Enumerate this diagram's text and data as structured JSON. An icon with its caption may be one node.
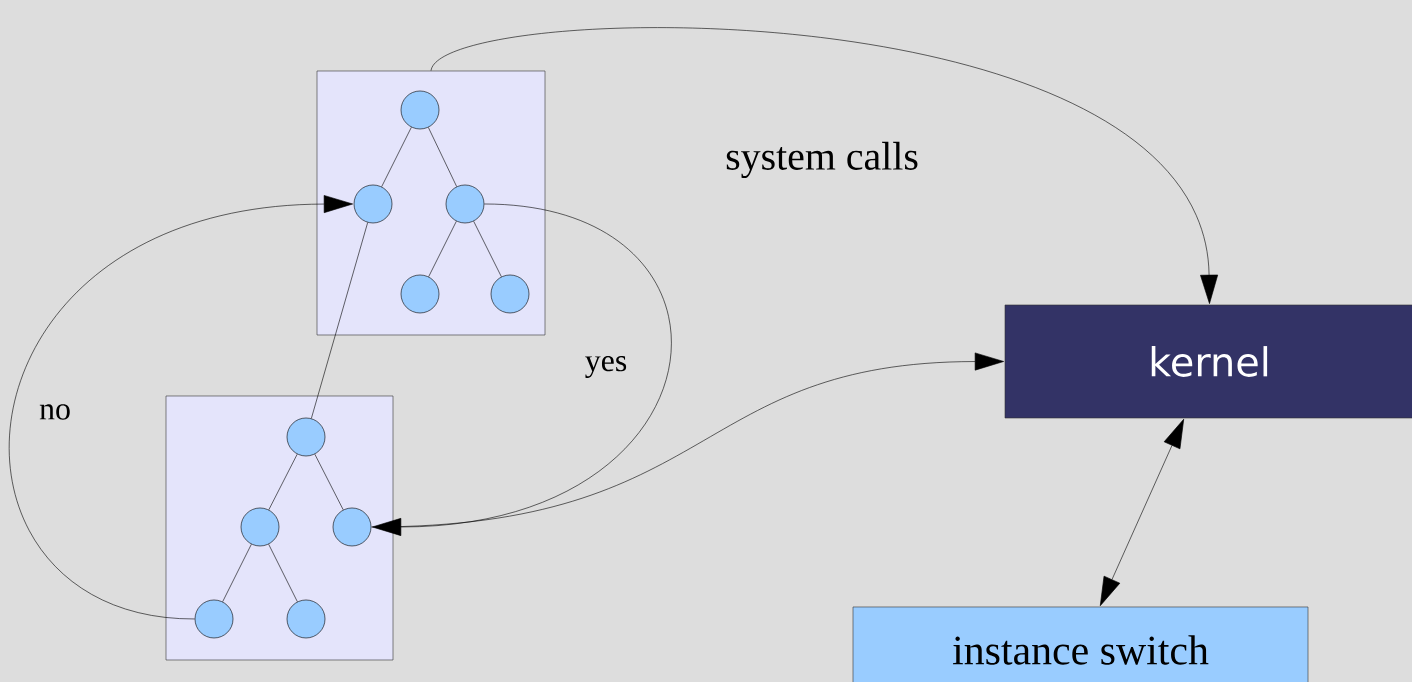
{
  "diagram": {
    "nodes": [
      {
        "text": [],
        "shape": "box"
      },
      {
        "text": [],
        "shape": "circle",
        "in": 0
      },
      {
        "text": [],
        "shape": "circle",
        "in": 0
      },
      {
        "text": [],
        "shape": "circle",
        "in": 0
      },
      {
        "text": [],
        "shape": "circle",
        "in": 0
      },
      {
        "text": [],
        "shape": "circle",
        "in": 0
      },
      {
        "text": [],
        "shape": "box"
      },
      {
        "text": [],
        "shape": "circle",
        "in": 6
      },
      {
        "text": [],
        "shape": "circle",
        "in": 6
      },
      {
        "text": [],
        "shape": "circle",
        "in": 6
      },
      {
        "text": [],
        "shape": "circle",
        "in": 6
      },
      {
        "text": [],
        "shape": "circle",
        "in": 6
      },
      {
        "text": [
          "kernel"
        ]
      },
      {
        "text": [
          "instance switch"
        ]
      }
    ],
    "edges": [
      {
        "from": 1,
        "to": 2,
        "arrow": "none"
      },
      {
        "from": 1,
        "to": 3,
        "arrow": "none"
      },
      {
        "from": 3,
        "to": 4,
        "arrow": "none"
      },
      {
        "from": 3,
        "to": 5,
        "arrow": "none"
      },
      {
        "from": 7,
        "to": 8,
        "arrow": "none"
      },
      {
        "from": 7,
        "to": 9,
        "arrow": "none"
      },
      {
        "from": 8,
        "to": 10,
        "arrow": "none"
      },
      {
        "from": 8,
        "to": 11,
        "arrow": "none"
      },
      {
        "from": 2,
        "to": 7,
        "arrow": "none"
      },
      {
        "from": 0,
        "to": 12,
        "arrow": "to",
        "label": "system calls"
      },
      {
        "from": 10,
        "to": 2,
        "arrow": "to",
        "label": "no"
      },
      {
        "from": 3,
        "to": 9,
        "arrow": "to",
        "label": "yes"
      },
      {
        "from": 9,
        "to": 12,
        "arrow": "to"
      },
      {
        "from": 12,
        "to": 13,
        "arrow": "both"
      }
    ]
  }
}
